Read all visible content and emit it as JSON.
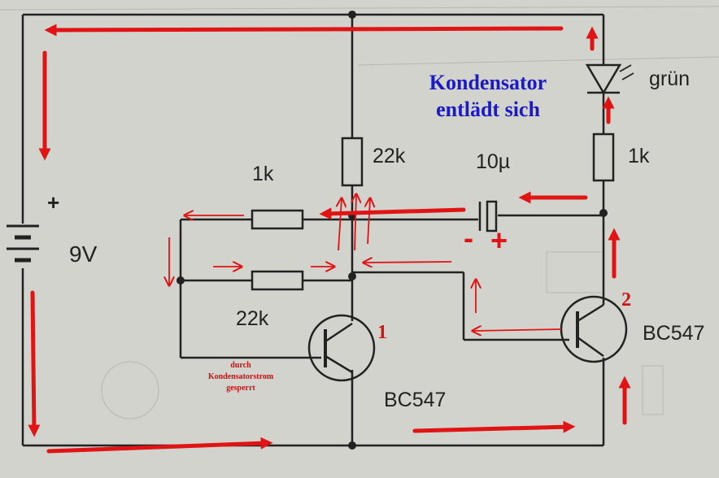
{
  "annotation_title_line1": "Kondensator",
  "annotation_title_line2": "entlädt sich",
  "battery_label": "9V",
  "battery_plus": "+",
  "led_label": "grün",
  "r_left_top": "1k",
  "r_left_bottom": "22k",
  "r_center": "22k",
  "r_right": "1k",
  "capacitor_label": "10µ",
  "cap_minus": "-",
  "cap_plus": "+",
  "transistor1_number": "1",
  "transistor1_type": "BC547",
  "transistor2_number": "2",
  "transistor2_type": "BC547",
  "blocked_note_line1": "durch",
  "blocked_note_line2": "Kondensatorstrom",
  "blocked_note_line3": "gesperrt",
  "colors": {
    "wire": "#222222",
    "current": "#e01414",
    "note": "#1a1ac8",
    "background": "#d3d3cd"
  }
}
